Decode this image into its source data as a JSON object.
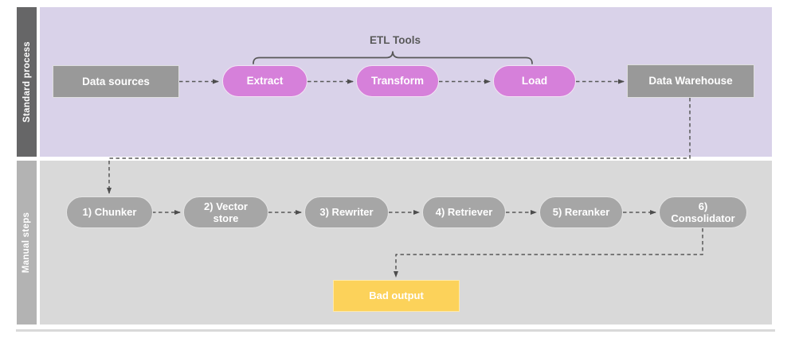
{
  "lanes": [
    {
      "label": "Standard process"
    },
    {
      "label": "Manual steps"
    }
  ],
  "etl_tools_label": "ETL Tools",
  "nodes": {
    "data_sources": "Data sources",
    "extract": "Extract",
    "transform": "Transform",
    "load": "Load",
    "data_warehouse": "Data Warehouse",
    "chunker": "1) Chunker",
    "vector_store": "2) Vector store",
    "rewriter": "3) Rewriter",
    "retriever": "4) Retriever",
    "reranker": "5) Reranker",
    "consolidator": "6) Consolidator",
    "bad_output": "Bad output"
  },
  "edges": [
    {
      "from": "Data sources",
      "to": "Extract",
      "style": "dashed-arrow"
    },
    {
      "from": "Extract",
      "to": "Transform",
      "style": "dashed-arrow"
    },
    {
      "from": "Transform",
      "to": "Load",
      "style": "dashed-arrow"
    },
    {
      "from": "Load",
      "to": "Data Warehouse",
      "style": "dashed-arrow"
    },
    {
      "from": "Data Warehouse",
      "to": "1) Chunker",
      "style": "dashed-arrow-elbow"
    },
    {
      "from": "1) Chunker",
      "to": "2) Vector store",
      "style": "dashed-arrow"
    },
    {
      "from": "2) Vector store",
      "to": "3) Rewriter",
      "style": "dashed-arrow"
    },
    {
      "from": "3) Rewriter",
      "to": "4) Retriever",
      "style": "dashed-arrow"
    },
    {
      "from": "4) Retriever",
      "to": "5) Reranker",
      "style": "dashed-arrow"
    },
    {
      "from": "5) Reranker",
      "to": "6) Consolidator",
      "style": "dashed-arrow"
    },
    {
      "from": "6) Consolidator",
      "to": "Bad output",
      "style": "dashed-arrow-elbow"
    }
  ],
  "annotations": {
    "etl_tools_brace_spans": [
      "Extract",
      "Transform",
      "Load"
    ]
  },
  "colors": {
    "lane_standard_bar": "#666667",
    "lane_standard_body": "#d9d2e9",
    "lane_manual_bar": "#b3b3b3",
    "lane_manual_body": "#d9d9d9",
    "process_box": "#999999",
    "etl_pill": "#d680da",
    "manual_pill": "#a6a6a6",
    "bad_output_box": "#fcd25a",
    "connector": "#595959",
    "node_text": "#ffffff",
    "caption_text": "#595959"
  }
}
